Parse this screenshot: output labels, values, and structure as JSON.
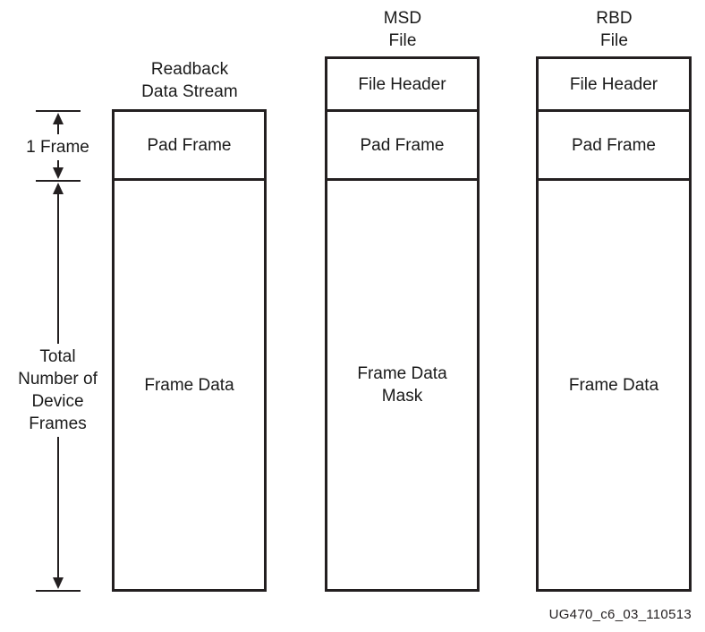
{
  "figure": {
    "caption": "UG470_c6_03_110513",
    "background_color": "#ffffff",
    "line_color": "#231f20",
    "text_color": "#1a1a1a"
  },
  "annotations": {
    "frame_dimension": {
      "label": "1 Frame",
      "arrow": "double-headed-vertical"
    },
    "total_dimension": {
      "label": "Total\nNumber of\nDevice\nFrames",
      "arrow": "double-headed-vertical"
    }
  },
  "columns": [
    {
      "id": "readback",
      "header": "Readback\nData Stream",
      "cells": [
        {
          "id": "pad-frame",
          "label": "Pad Frame"
        },
        {
          "id": "frame-data",
          "label": "Frame Data"
        }
      ]
    },
    {
      "id": "msd",
      "header": "MSD\nFile",
      "cells": [
        {
          "id": "file-header",
          "label": "File Header"
        },
        {
          "id": "pad-frame",
          "label": "Pad Frame"
        },
        {
          "id": "frame-data-mask",
          "label": "Frame Data\nMask"
        }
      ]
    },
    {
      "id": "rbd",
      "header": "RBD\nFile",
      "cells": [
        {
          "id": "file-header",
          "label": "File Header"
        },
        {
          "id": "pad-frame",
          "label": "Pad Frame"
        },
        {
          "id": "frame-data",
          "label": "Frame Data"
        }
      ]
    }
  ]
}
